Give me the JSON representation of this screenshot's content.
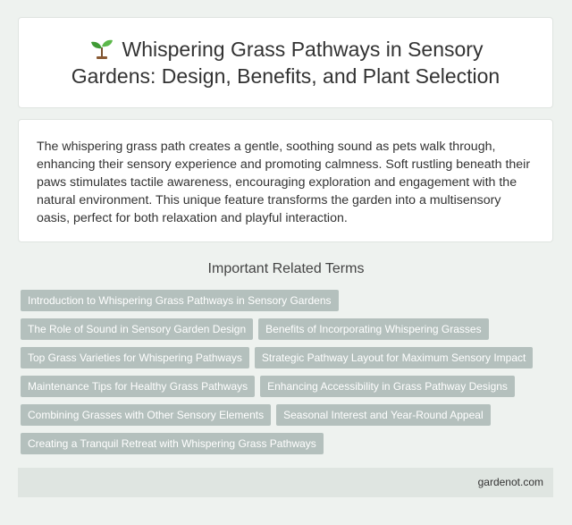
{
  "header": {
    "title": "Whispering Grass Pathways in Sensory Gardens: Design, Benefits, and Plant Selection",
    "icon": "sprout-icon"
  },
  "description": {
    "text": "The whispering grass path creates a gentle, soothing sound as pets walk through, enhancing their sensory experience and promoting calmness. Soft rustling beneath their paws stimulates tactile awareness, encouraging exploration and engagement with the natural environment. This unique feature transforms the garden into a multisensory oasis, perfect for both relaxation and playful interaction."
  },
  "related": {
    "heading": "Important Related Terms",
    "tags": [
      "Introduction to Whispering Grass Pathways in Sensory Gardens",
      "The Role of Sound in Sensory Garden Design",
      "Benefits of Incorporating Whispering Grasses",
      "Top Grass Varieties for Whispering Pathways",
      "Strategic Pathway Layout for Maximum Sensory Impact",
      "Maintenance Tips for Healthy Grass Pathways",
      "Enhancing Accessibility in Grass Pathway Designs",
      "Combining Grasses with Other Sensory Elements",
      "Seasonal Interest and Year-Round Appeal",
      "Creating a Tranquil Retreat with Whispering Grass Pathways"
    ]
  },
  "footer": {
    "site": "gardenot.com"
  },
  "colors": {
    "background": "#eef2ef",
    "tag_bg": "#b4c0bd",
    "footer_bg": "#dfe5e1"
  }
}
